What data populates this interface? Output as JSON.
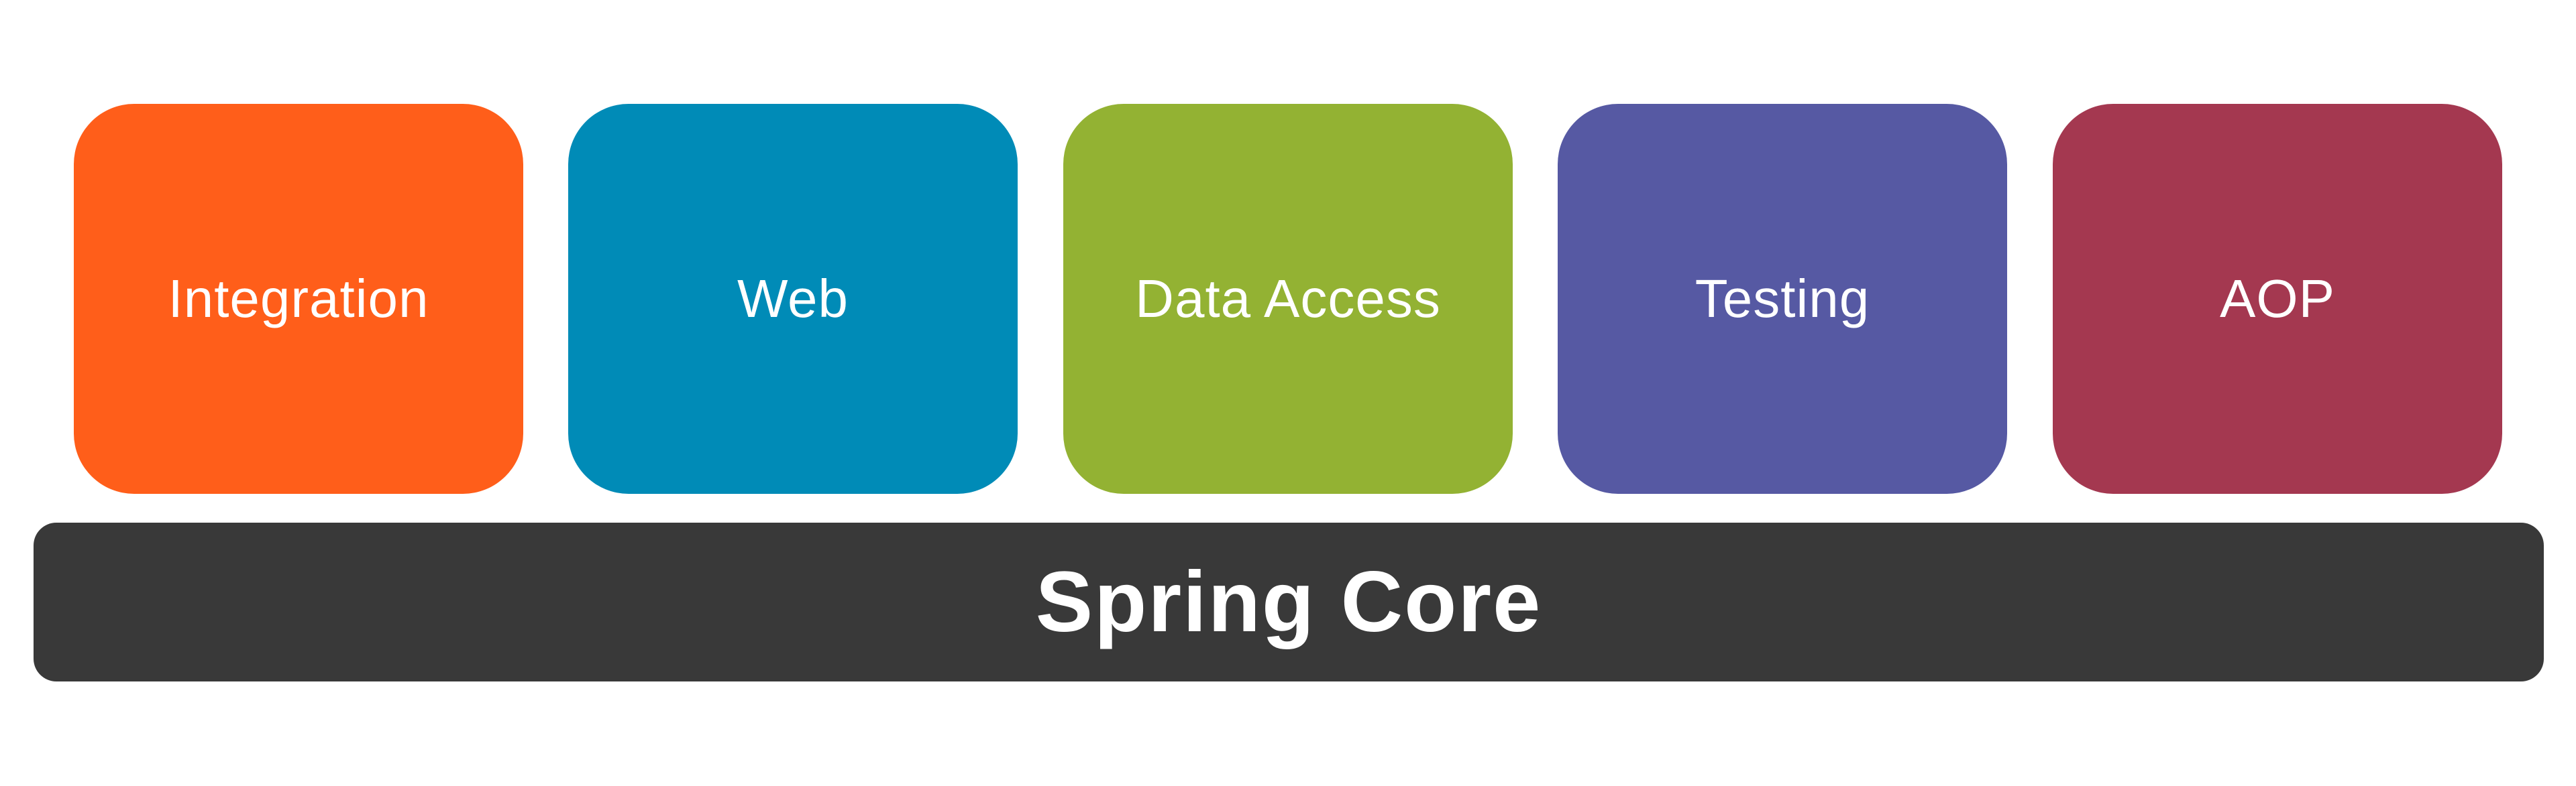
{
  "modules": [
    {
      "label": "Integration",
      "color": "#FF5E1A"
    },
    {
      "label": "Web",
      "color": "#008BB7"
    },
    {
      "label": "Data Access",
      "color": "#93B233"
    },
    {
      "label": "Testing",
      "color": "#5659A3"
    },
    {
      "label": "AOP",
      "color": "#A43850"
    }
  ],
  "core": {
    "label": "Spring Core",
    "color": "#393939"
  }
}
